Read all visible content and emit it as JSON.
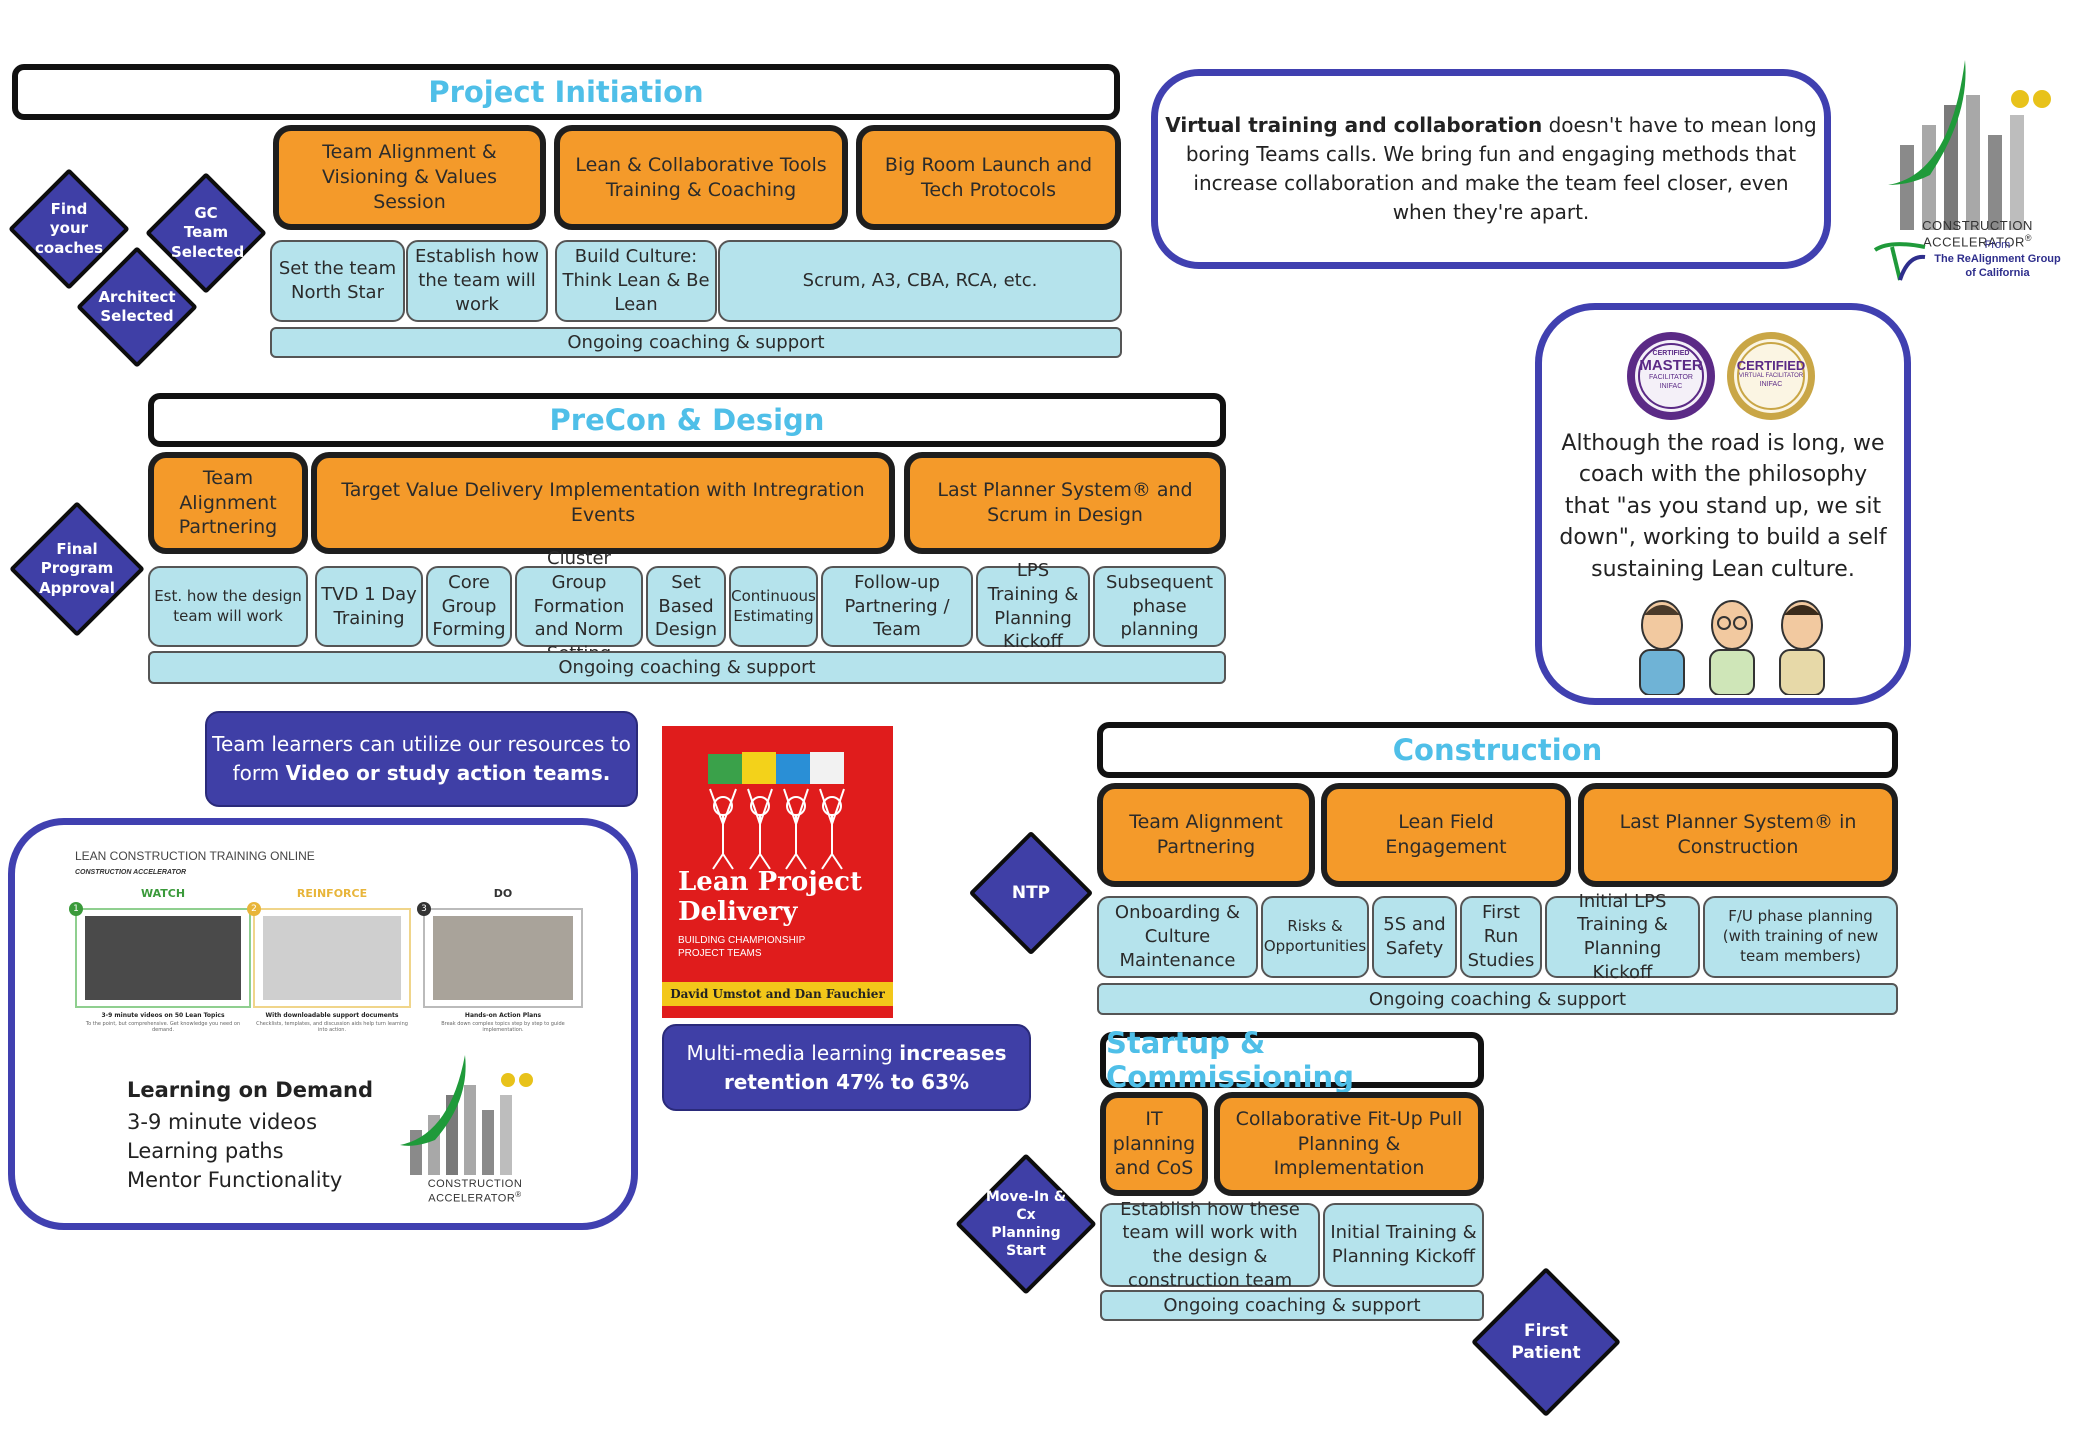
{
  "phases": {
    "initiation": {
      "title": "Project Initiation",
      "orange": [
        "Team Alignment & Visioning & Values Session",
        "Lean & Collaborative Tools Training & Coaching",
        "Big Room Launch and Tech Protocols"
      ],
      "blue": [
        "Set the team North Star",
        "Establish how the team will work",
        "Build Culture: Think Lean & Be Lean",
        "Scrum, A3, CBA, RCA, etc."
      ],
      "support": "Ongoing coaching & support"
    },
    "precon": {
      "title": "PreCon & Design",
      "orange": [
        "Team Alignment Partnering",
        "Target Value Delivery Implementation with Intregration Events",
        "Last Planner System® and Scrum in Design"
      ],
      "blue": [
        "Est. how the design team will work",
        "TVD 1 Day Training",
        "Core Group Forming",
        "Cluster Group Formation and Norm Setting",
        "Set Based Design",
        "Continuous Estimating",
        "Follow-up Partnering / Team",
        "LPS Training & Planning Kickoff",
        "Subsequent phase planning"
      ],
      "support": "Ongoing coaching & support"
    },
    "construction": {
      "title": "Construction",
      "orange": [
        "Team Alignment Partnering",
        "Lean Field Engagement",
        "Last Planner System® in Construction"
      ],
      "blue": [
        "Onboarding & Culture Maintenance",
        "Risks & Opportunities",
        "5S and Safety",
        "First Run Studies",
        "Initial LPS Training & Planning Kickoff",
        "F/U phase planning (with training of new team members)"
      ],
      "support": "Ongoing coaching & support"
    },
    "startup": {
      "title": "Startup & Commissioning",
      "orange": [
        "IT planning and CoS",
        "Collaborative Fit-Up Pull Planning & Implementation"
      ],
      "blue": [
        "Establish how these team will work with the design & construction team",
        "Initial Training & Planning Kickoff"
      ],
      "support": "Ongoing coaching & support"
    }
  },
  "milestones": {
    "find_coaches": "Find your coaches",
    "gc_selected": "GC Team Selected",
    "architect_selected": "Architect Selected",
    "final_program": "Final Program Approval",
    "ntp": "NTP",
    "move_in": "Move-In & Cx Planning Start",
    "first_patient": "First Patient"
  },
  "virtual_callout": {
    "bold": "Virtual training and collaboration",
    "rest": " doesn't have to mean long boring Teams calls. We bring fun and engaging methods that increase collaboration and make the team feel closer, even when they're apart."
  },
  "logo": {
    "name": "CONSTRUCTION ACCELERATOR",
    "tm": "®",
    "from": "From",
    "group": "The ReAlignment Group",
    "of": "of California"
  },
  "philosophy_callout": {
    "text": "Although the road is long, we coach with the philosophy that \"as you stand up, we sit down\", working to build a self sustaining Lean culture.",
    "badge1_top": "CERTIFIED",
    "badge1_main": "MASTER",
    "badge1_sub": "FACILITATOR",
    "badge1_org": "INIFAC",
    "badge2_main": "CERTIFIED",
    "badge2_sub": "VIRTUAL FACILITATOR",
    "badge2_org": "INIFAC"
  },
  "learners_note": {
    "line1": "Team learners can utilize our resources to",
    "line2_pre": "form ",
    "line2_bold": "Video or study action teams."
  },
  "multimedia_note": {
    "pre": "Multi-media learning ",
    "bold1": "increases",
    "bold2": "retention 47% to 63%"
  },
  "book": {
    "title_line1": "Lean Project",
    "title_line2": "Delivery",
    "subtitle_line1": "BUILDING CHAMPIONSHIP",
    "subtitle_line2": "PROJECT TEAMS",
    "authors": "David Umstot and Dan Fauchier"
  },
  "training_panel": {
    "header": "LEAN CONSTRUCTION TRAINING ONLINE",
    "brand": "CONSTRUCTION ACCELERATOR",
    "steps": [
      {
        "num": "1",
        "label": "WATCH",
        "caption": "3-9 minute videos on 50 Lean Topics",
        "detail": "To the point, but comprehensive. Get knowledge you need on demand."
      },
      {
        "num": "2",
        "label": "REINFORCE",
        "caption": "With downloadable support documents",
        "detail": "Checklists, templates, and discussion aids help turn learning into action."
      },
      {
        "num": "3",
        "label": "DO",
        "caption": "Hands-on Action Plans",
        "detail": "Break down complex topics step by step to guide implementation."
      }
    ],
    "title": "Learning on Demand",
    "items": [
      "3-9 minute videos",
      "Learning paths",
      "Mentor Functionality"
    ],
    "logo_name": "CONSTRUCTION ACCELERATOR",
    "logo_tm": "®"
  },
  "colors": {
    "orange": "#f49a2a",
    "light_blue": "#b5e3ec",
    "purple": "#3f3fa6",
    "header_blue": "#4fbfe8"
  }
}
